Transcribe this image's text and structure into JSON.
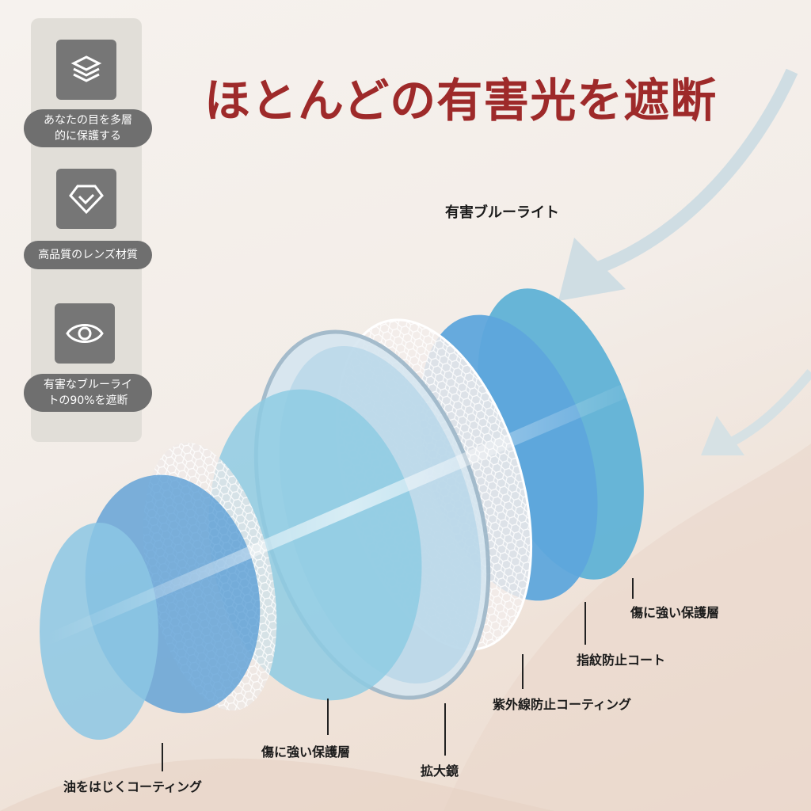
{
  "title": "ほとんどの有害光を遮断",
  "features": [
    {
      "icon": "layers-icon",
      "label_line1": "あなたの目を多層",
      "label_line2": "的に保護する"
    },
    {
      "icon": "diamond-icon",
      "label_line1": "高品質のレンズ材質",
      "label_line2": ""
    },
    {
      "icon": "eye-icon",
      "label_line1": "有害なブルーライ",
      "label_line2": "トの90%を遮断"
    }
  ],
  "blue_light_label": "有害ブルーライト",
  "layers": [
    "油をはじくコーティング",
    "傷に強い保護層",
    "拡大鏡",
    "紫外線防止コーティング",
    "指紋防止コート",
    "傷に強い保護層"
  ]
}
